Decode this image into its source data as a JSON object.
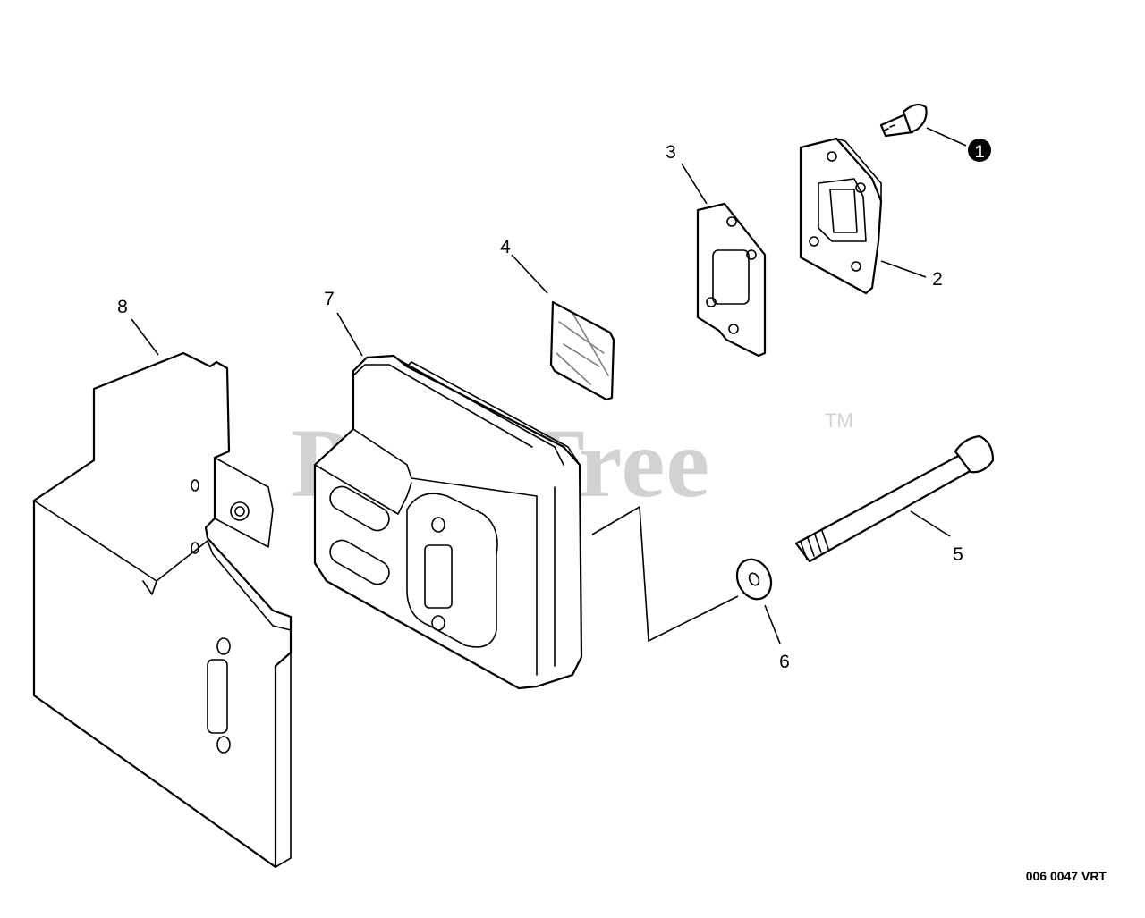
{
  "watermark": {
    "text": "PartsTree",
    "trademark": "TM"
  },
  "diagram_code": "006 0047 VRT",
  "callouts": {
    "c1": "1",
    "c2": "2",
    "c3": "3",
    "c4": "4",
    "c5": "5",
    "c6": "6",
    "c7": "7",
    "c8": "8"
  },
  "colors": {
    "line": "#000000",
    "watermark": "#d2d2d2",
    "background": "#ffffff"
  },
  "parts": [
    {
      "callout": "1",
      "icon": "screw-icon"
    },
    {
      "callout": "2",
      "icon": "plate-icon"
    },
    {
      "callout": "3",
      "icon": "gasket-icon"
    },
    {
      "callout": "4",
      "icon": "screen-icon"
    },
    {
      "callout": "5",
      "icon": "bolt-icon"
    },
    {
      "callout": "6",
      "icon": "washer-icon"
    },
    {
      "callout": "7",
      "icon": "muffler-icon"
    },
    {
      "callout": "8",
      "icon": "heat-shield-icon"
    }
  ]
}
